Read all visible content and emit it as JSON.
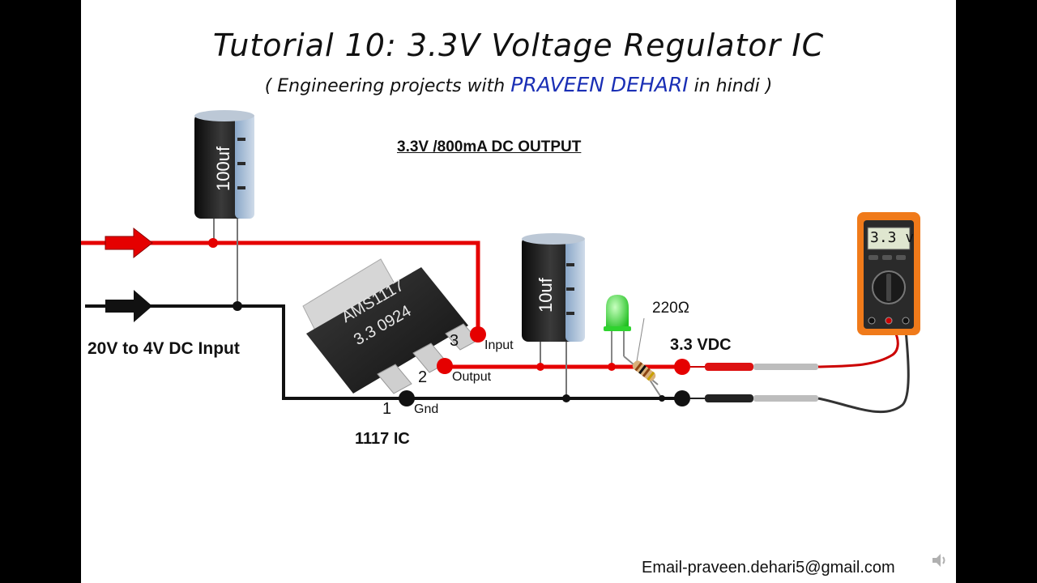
{
  "title": "Tutorial 10: 3.3V Voltage Regulator IC",
  "subtitle": {
    "open": "( Engineering projects with",
    "author": "PRAVEEN DEHARI",
    "close": "in hindi )"
  },
  "output_spec": "3.3V /800mA DC OUTPUT",
  "input_label": "20V to 4V DC Input",
  "ic": {
    "chip_line1": "AMS1117",
    "chip_line2": "3.3 0924",
    "caption": "1117 IC",
    "pins": [
      {
        "number": "3",
        "name": "Input"
      },
      {
        "number": "2",
        "name": "Output"
      },
      {
        "number": "1",
        "name": "Gnd"
      }
    ]
  },
  "capacitor_input": "100uf",
  "capacitor_output": "10uf",
  "resistor_value": "220Ω",
  "output_voltage_label": "3.3 VDC",
  "multimeter_display": "3.3 v",
  "email": "Email-praveen.dehari5@gmail.com",
  "colors": {
    "positive_wire": "#e50000",
    "ground_wire": "#111111",
    "author_text": "#1a2fb5",
    "led": "#39e639",
    "multimeter_body": "#f07a1a"
  }
}
